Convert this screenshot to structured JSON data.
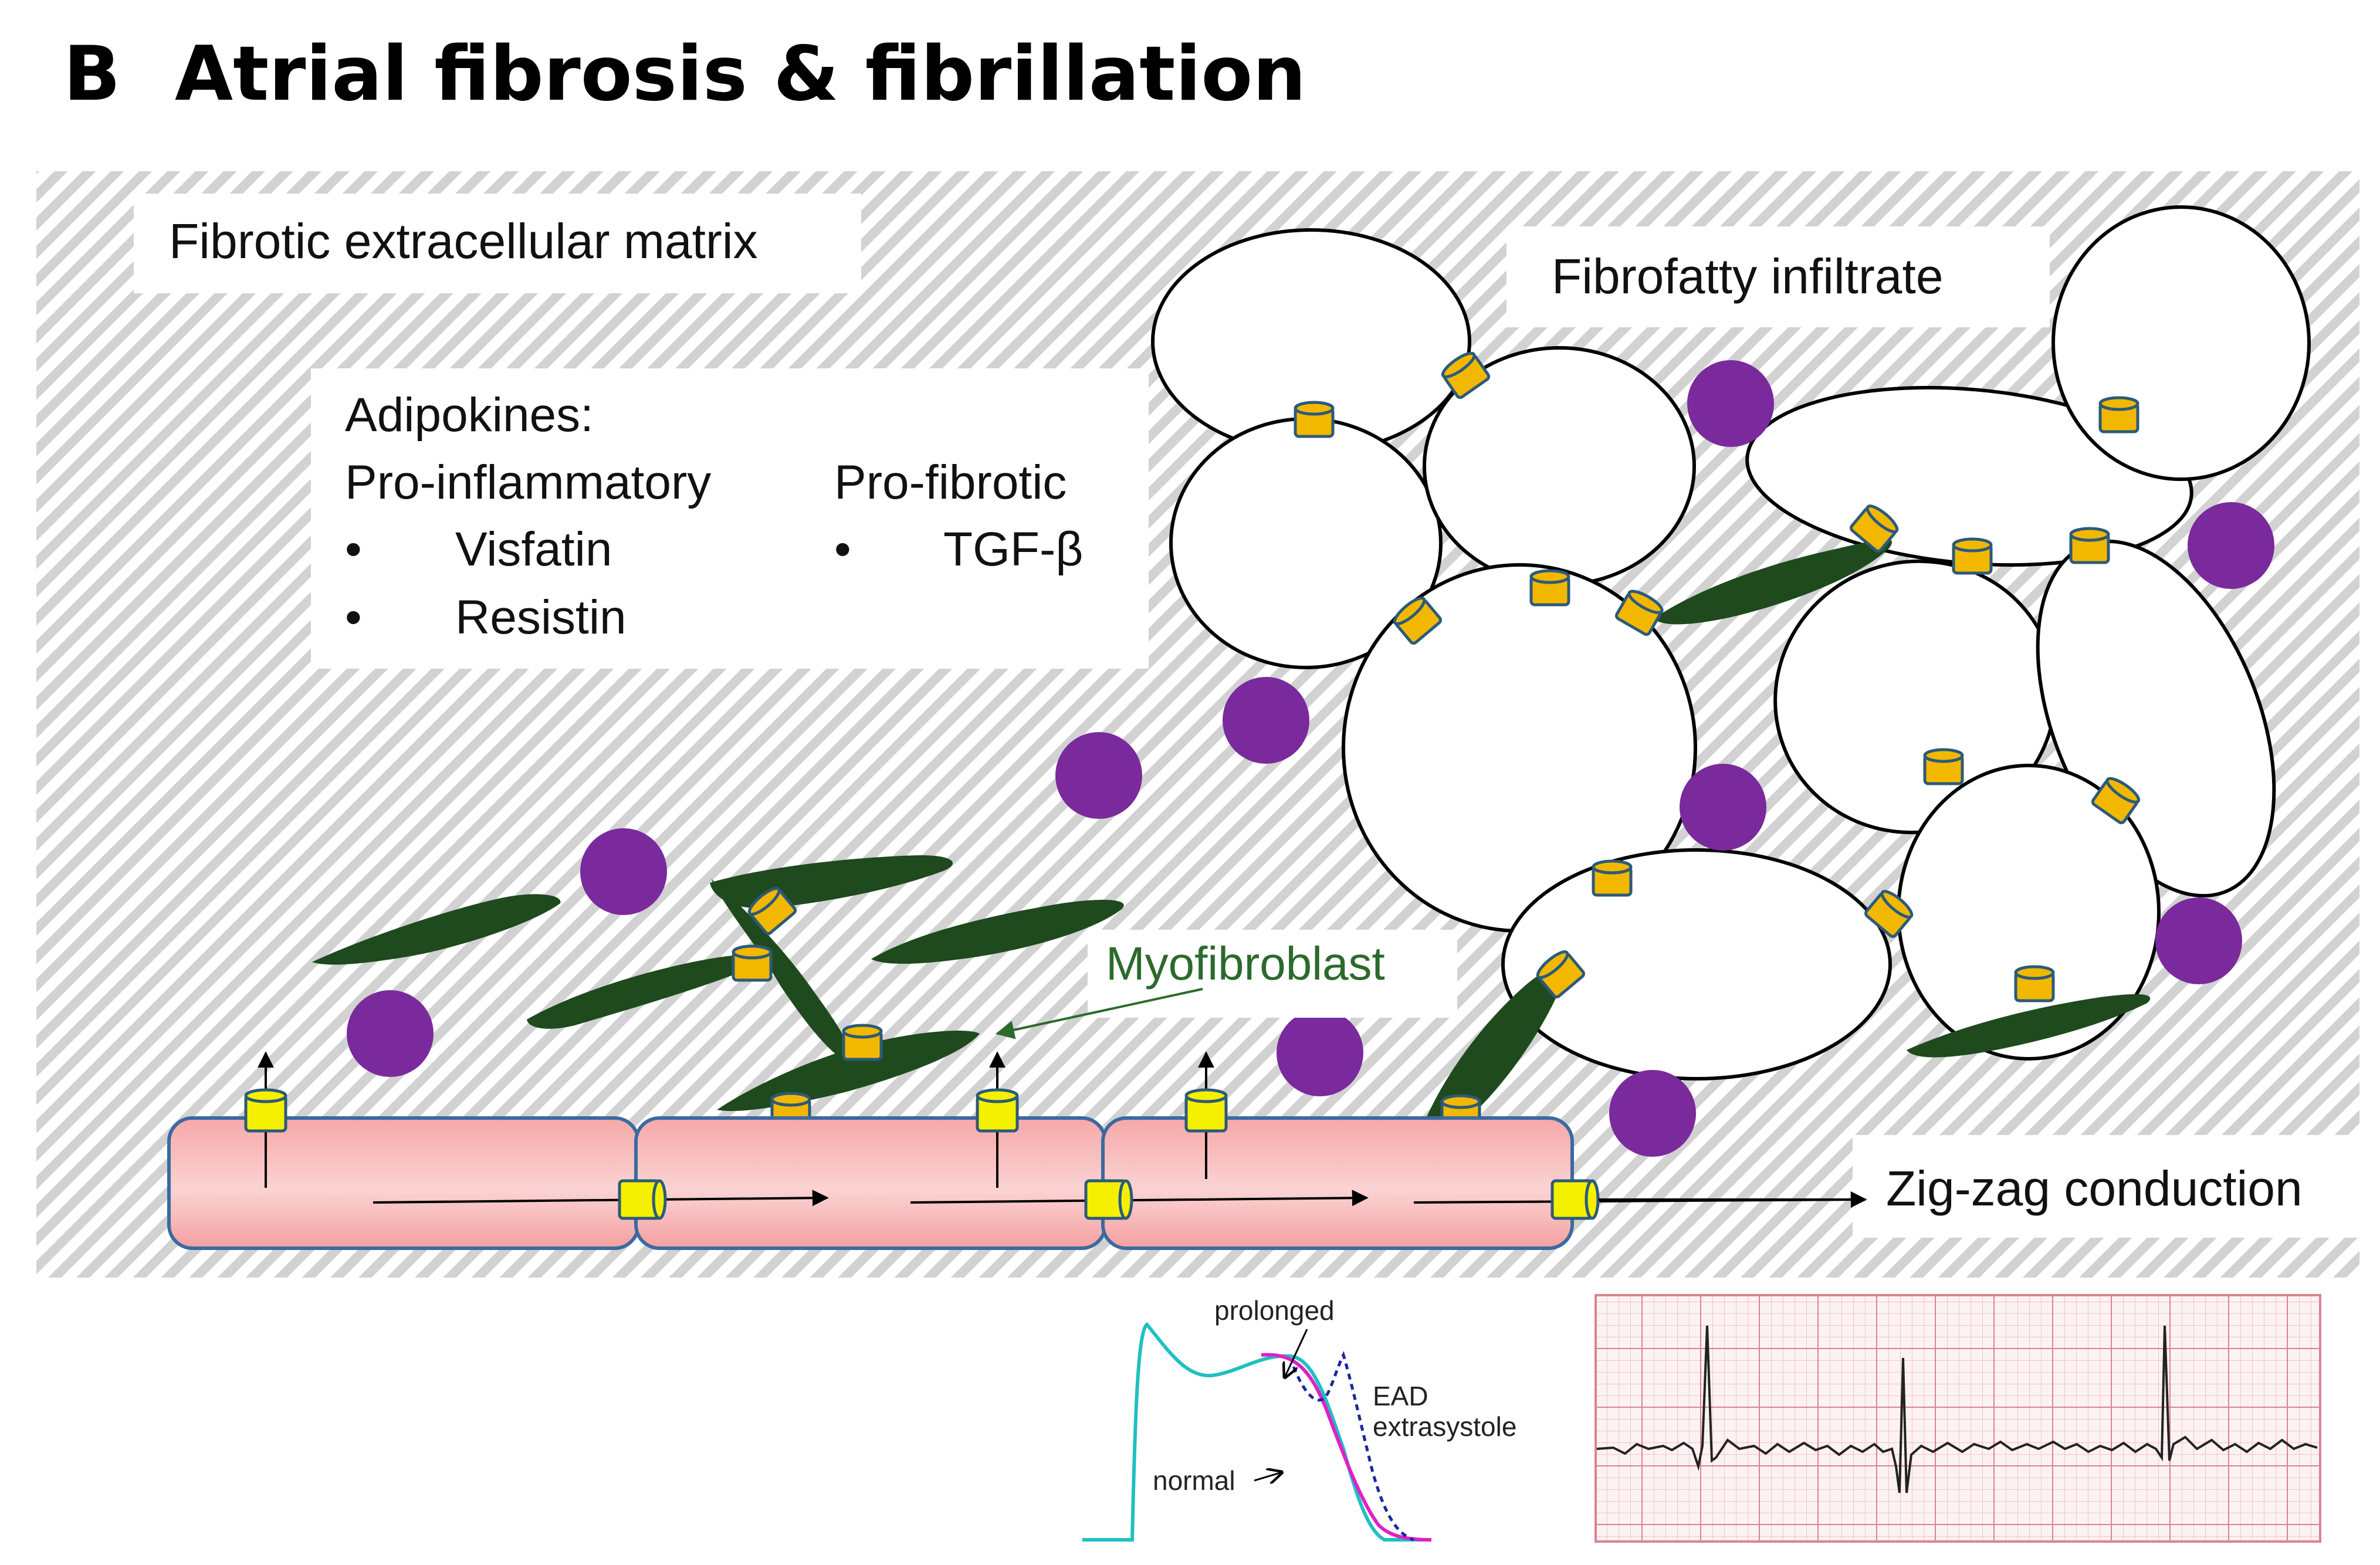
{
  "panel": {
    "letter": "B",
    "title": "Atrial fibrosis & fibrillation"
  },
  "labels": {
    "ecm": "Fibrotic extracellular matrix",
    "fibrofatty": "Fibrofatty infiltrate",
    "adipokines_heading": "Adipokines:",
    "pro_inflammatory": "Pro-inflammatory",
    "pro_fibrotic": "Pro-fibrotic",
    "bullet": "•",
    "inflammatory_items": [
      "Visfatin",
      "Resistin"
    ],
    "fibrotic_items": [
      "TGF-β"
    ],
    "myofibroblast": "Myofibroblast",
    "conduction": "Zig-zag conduction"
  },
  "action_potential": {
    "prolonged": "prolonged",
    "ead_line1": "EAD",
    "ead_line2": "extrasystole",
    "normal": "normal"
  },
  "colors": {
    "myofibroblast": "#1e4a1e",
    "purple_cell": "#7a2a9c",
    "connexin": "#f2b800",
    "channel": "#f4f000",
    "cardiomyocyte": "#f7a3a3",
    "normal_trace": "#20c0c0",
    "prolonged_trace": "#e020c8",
    "ead_trace": "#1a2a9a",
    "ecg_grid": "#e8a0a8"
  }
}
